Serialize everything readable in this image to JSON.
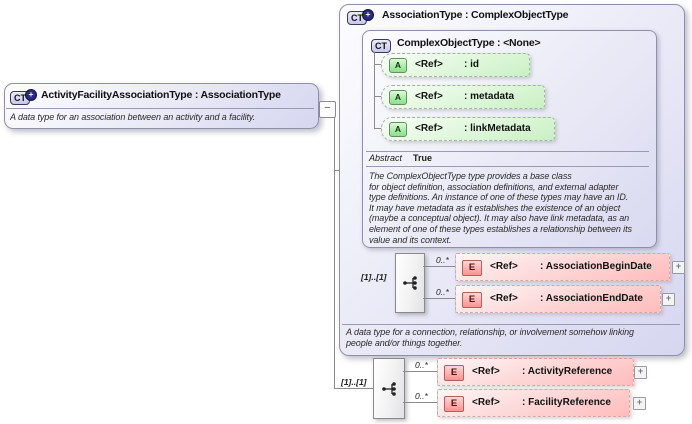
{
  "icons": {
    "collapse": "−",
    "expand": "+",
    "compositor": "sequence-icon",
    "type_plus": "+"
  },
  "colors": {
    "type_box_fill": "#d6d6f0",
    "attribute_fill": "#c9f0c5",
    "element_fill": "#ffbcbc",
    "badge_circle_blue": "#2b2b80",
    "connector_line": "#8c8c8c"
  },
  "left_box": {
    "badge": "CT",
    "title": "ActivityFacilityAssociationType : AssociationType",
    "description": "A data type for an association between an activity and a facility."
  },
  "main_box": {
    "badge": "CT",
    "title": "AssociationType : ComplexObjectType",
    "base_box": {
      "badge": "CT",
      "title": "ComplexObjectType : <None>",
      "attributes": [
        {
          "badge": "A",
          "ref": "<Ref>",
          "name": ": id"
        },
        {
          "badge": "A",
          "ref": "<Ref>",
          "name": ": metadata"
        },
        {
          "badge": "A",
          "ref": "<Ref>",
          "name": ": linkMetadata"
        }
      ],
      "abstract_label": "Abstract",
      "abstract_value": "True",
      "description_lines": [
        "The ComplexObjectType type provides a base class",
        "for object definition, association definitions, and external adapter",
        "type definitions. An instance of one of these types may have an ID.",
        "It may have metadata as it establishes the existence of an object",
        "(maybe a conceptual object). It may also have link metadata, as an",
        "element of one of these types establishes a relationship between its",
        "value and its context."
      ]
    },
    "sequence": {
      "cardinality": "[1]..[1]",
      "elements": [
        {
          "badge": "E",
          "ref": "<Ref>",
          "name": ": AssociationBeginDate",
          "occurs": "0..*"
        },
        {
          "badge": "E",
          "ref": "<Ref>",
          "name": ": AssociationEndDate",
          "occurs": "0..*"
        }
      ]
    },
    "description_lines": [
      "A data type for a connection, relationship, or involvement somehow linking",
      "people and/or things together."
    ]
  },
  "outer_sequence": {
    "cardinality": "[1]..[1]",
    "elements": [
      {
        "badge": "E",
        "ref": "<Ref>",
        "name": ": ActivityReference",
        "occurs": "0..*"
      },
      {
        "badge": "E",
        "ref": "<Ref>",
        "name": ": FacilityReference",
        "occurs": "0..*"
      }
    ]
  }
}
